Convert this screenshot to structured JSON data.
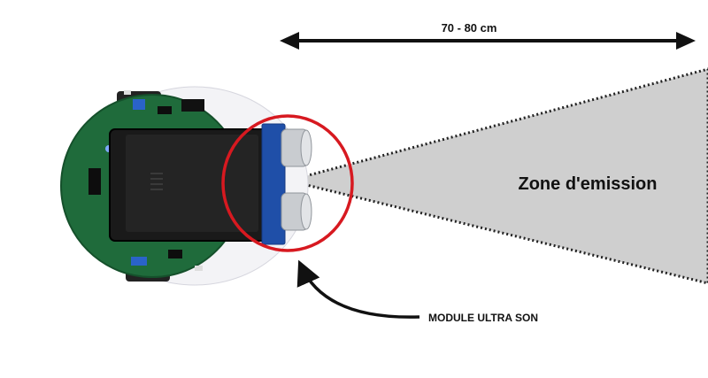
{
  "diagram": {
    "range_label": "70 - 80 cm",
    "zone_label": "Zone d'emission",
    "module_label": "MODULE ULTRA SON"
  },
  "colors": {
    "background": "#ffffff",
    "cone_fill": "#cfcfcf",
    "cone_dots": "#222222",
    "highlight_ring": "#d71920",
    "arrows": "#111111",
    "pcb_green": "#1f6b3b",
    "battery_black": "#1a1a1a",
    "sensor_board_blue": "#1f4fa8",
    "transducer_silver": "#c9ccd0"
  }
}
